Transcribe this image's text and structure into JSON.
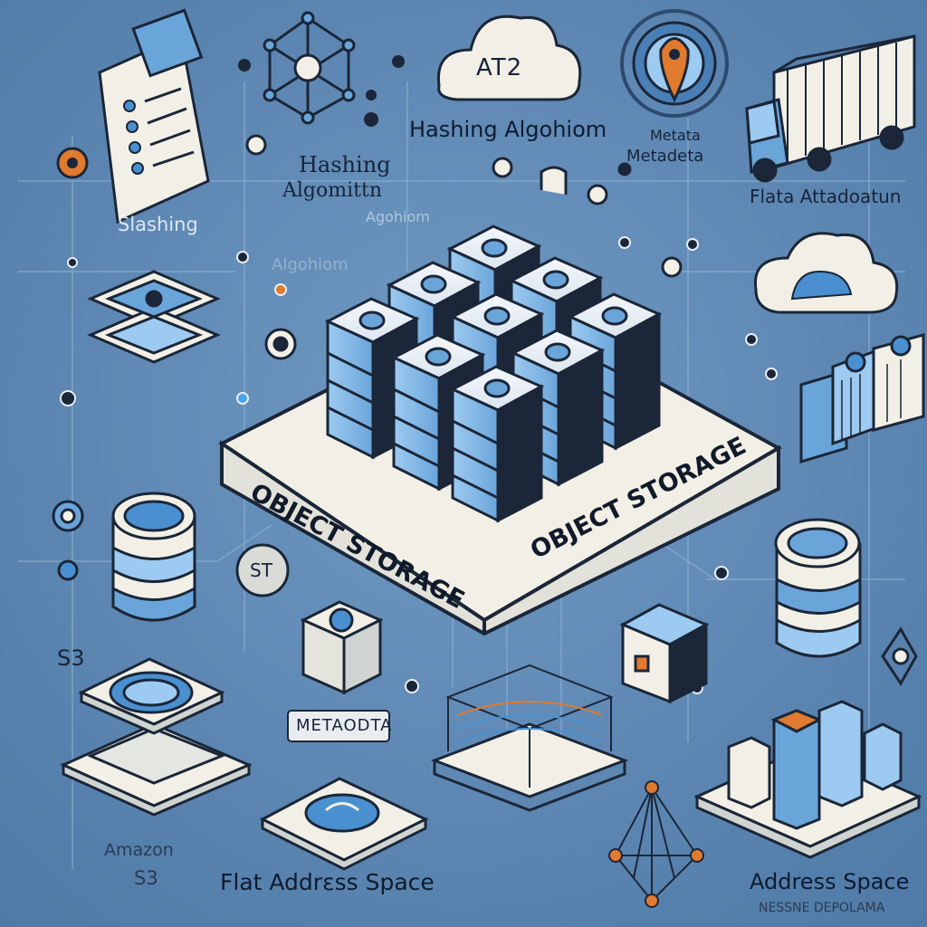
{
  "labels": {
    "cloud_badge": "AT2",
    "hashing_top_right": "Hashing Algohiom",
    "metadata_top_right_1": "Metata",
    "metadata_top_right_2": "Metadeta",
    "hashing_center_1": "Hashing",
    "hashing_center_2": "Algomittn",
    "hashing_center_ghost_1": "Agohiom",
    "hashing_center_ghost_2": "Algohiom",
    "slashing": "Slashing",
    "flata": "Flata Attadoatun",
    "platform_text_left": "OBJECT STORAGE",
    "platform_text_right": "OBJECT STORAGE",
    "s3_left": "S3",
    "st_chip": "ST",
    "metadata_badge": "METAODTA",
    "amazon": "Amazon",
    "amazon_s3": "S3",
    "flat_address": "Flat Addrεss Space",
    "address_space": "Address Space",
    "address_space_sub": "NESSNE DEPOLAMA"
  },
  "colors": {
    "background": "#5e88b3",
    "accent_orange": "#e07a2e",
    "light_blue": "#8ec0ea",
    "dark_navy": "#1b2638",
    "panel": "#f1efe6"
  }
}
